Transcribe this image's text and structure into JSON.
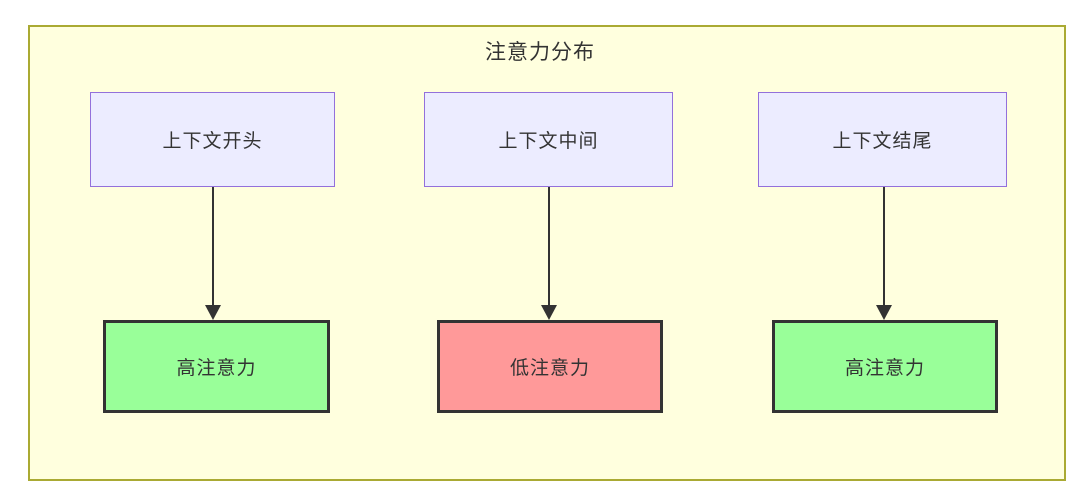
{
  "diagram": {
    "title": "注意力分布",
    "columns": [
      {
        "source": "上下文开头",
        "target": "高注意力",
        "attention": "high"
      },
      {
        "source": "上下文中间",
        "target": "低注意力",
        "attention": "low"
      },
      {
        "source": "上下文结尾",
        "target": "高注意力",
        "attention": "high"
      }
    ]
  },
  "colors": {
    "group_background": "#ffffde",
    "group_border": "#aaaa33",
    "source_node_fill": "#ececff",
    "source_node_border": "#9370db",
    "high_attention_fill": "#99ff99",
    "low_attention_fill": "#ff9999",
    "attention_node_border": "#333333",
    "arrow": "#333333",
    "text": "#333333"
  }
}
